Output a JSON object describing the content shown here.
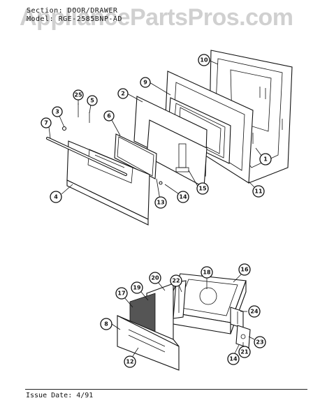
{
  "watermark": "AppliancePartsPros.com",
  "header": {
    "section_line": "Section: DOOR/DRAWER",
    "model_line": "Model: RGE-2585BNP-AD"
  },
  "footer": {
    "issue_date": "Issue Date: 4/91"
  },
  "callouts": {
    "door": [
      "10",
      "9",
      "2",
      "25",
      "5",
      "3",
      "6",
      "7",
      "4",
      "13",
      "14",
      "15",
      "11",
      "1"
    ],
    "drawer": [
      "18",
      "16",
      "20",
      "22",
      "19",
      "17",
      "24",
      "8",
      "23",
      "21",
      "14",
      "12"
    ]
  }
}
